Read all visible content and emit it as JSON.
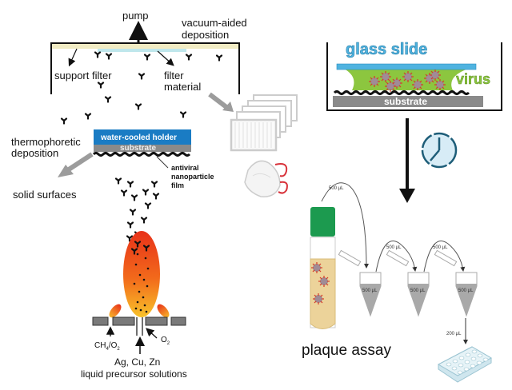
{
  "vacuum": {
    "pump": "pump",
    "title_line1": "vacuum-aided",
    "title_line2": "deposition",
    "support_filter": "support filter",
    "filter_material_line1": "filter",
    "filter_material_line2": "material"
  },
  "thermophoretic": {
    "title_line1": "thermophoretic",
    "title_line2": "deposition",
    "holder": "water-cooled holder",
    "substrate": "substrate",
    "solid_surfaces": "solid surfaces",
    "film_line1": "antiviral",
    "film_line2": "nanoparticle",
    "film_line3": "film"
  },
  "flame": {
    "ch4": "CH",
    "ch4_sub": "4",
    "ch4_o2": "/O",
    "ch4_o2_sub": "2",
    "o2": "O",
    "o2_sub": "2",
    "metals": "Ag, Cu, Zn",
    "precursor": "liquid precursor solutions"
  },
  "assay_setup": {
    "glass_slide": "glass slide",
    "virus": "virus",
    "substrate": "substrate"
  },
  "dilution": {
    "tube_transfer": "500 µL",
    "transfer_2": "500 µL",
    "transfer_3": "500 µL",
    "vial_1": "500 µL",
    "vial_2": "500 µL",
    "vial_3": "500 µL",
    "plate_transfer": "200 µL",
    "plaque_assay": "plaque assay"
  },
  "colors": {
    "holder_blue": "#1a7cc4",
    "substrate_gray": "#8a8a8a",
    "glass_blue": "#4fb3e0",
    "virus_green": "#8cc63f",
    "tube_cap_green": "#1c9a4f",
    "tube_liquid": "#ecd39a",
    "flame_red": "#e8321a",
    "flame_orange": "#f7a21b",
    "clock_blue": "#1d5d78"
  }
}
